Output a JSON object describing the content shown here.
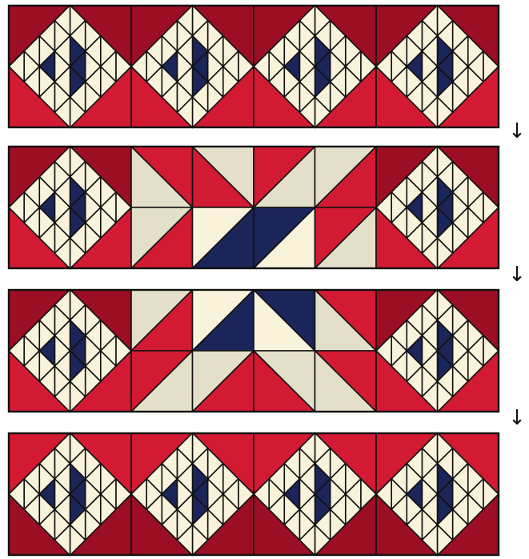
{
  "colors": {
    "dark_red": "#9b0e24",
    "red": "#d21a33",
    "cream": "#faf3dc",
    "tan": "#e4dfc9",
    "navy": "#1b2559",
    "line": "#111111"
  },
  "rows": [
    {
      "blocks": [
        "star",
        "star",
        "star",
        "star"
      ]
    },
    {
      "blocks": [
        "star",
        "diag-a",
        "diag-b",
        "star"
      ]
    },
    {
      "blocks": [
        "star",
        "diag-c",
        "diag-d",
        "star"
      ]
    },
    {
      "blocks": [
        "star",
        "star",
        "star",
        "star"
      ]
    }
  ],
  "arrows": [
    {
      "icon": "down-arrow-icon",
      "glyph": "↓"
    },
    {
      "icon": "down-arrow-icon",
      "glyph": "↓"
    },
    {
      "icon": "down-arrow-icon",
      "glyph": "↓"
    }
  ]
}
